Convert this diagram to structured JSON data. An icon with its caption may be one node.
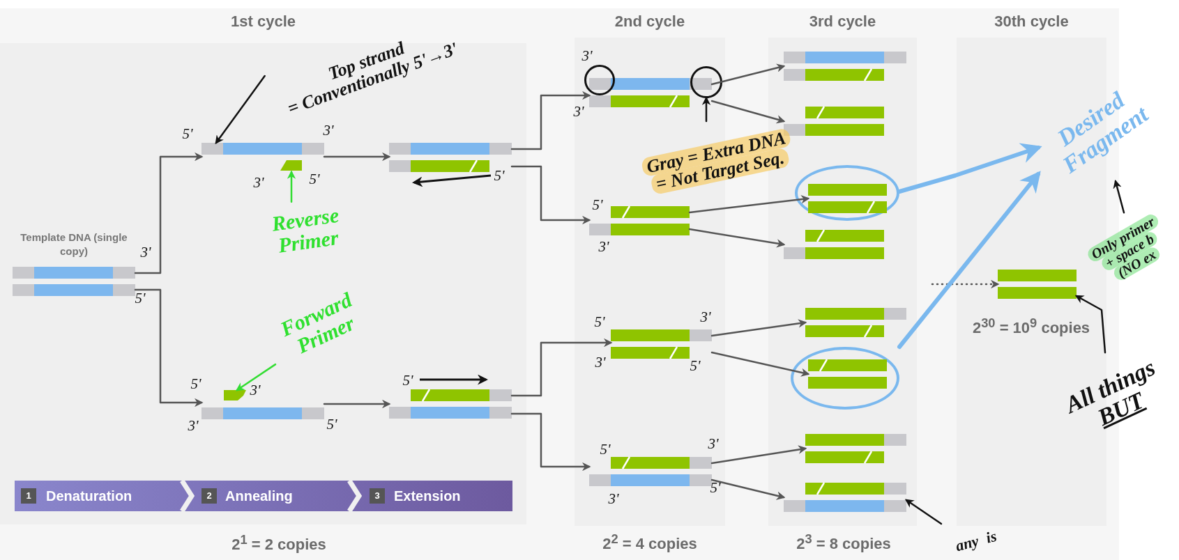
{
  "diagram": {
    "nodes": [
      {
        "text": [
          "1st cycle"
        ],
        "beside": [
          "2$^{1}$ = 2 copies"
        ]
      },
      {
        "text": [
          "Template DNA (single copy)"
        ],
        "in": 0,
        "beside": [
          "3'",
          "5'"
        ]
      },
      {
        "text": [],
        "shape": "bar",
        "in": 0,
        "beside": [
          "5'",
          "3'",
          "3'",
          "5'"
        ]
      },
      {
        "text": [],
        "shape": "bar",
        "in": 0,
        "beside": [
          "5'"
        ]
      },
      {
        "text": [],
        "shape": "bar",
        "in": 0,
        "beside": [
          "5'",
          "3'",
          "3'",
          "5'"
        ]
      },
      {
        "text": [],
        "shape": "bar",
        "in": 0,
        "beside": [
          "5'"
        ]
      },
      {
        "text": [
          "1",
          "Denaturation",
          "2",
          "Annealing",
          "3",
          "Extension"
        ],
        "in": 0
      },
      {
        "text": [
          "2nd cycle"
        ],
        "beside": [
          "2$^{2}$ = 4 copies"
        ]
      },
      {
        "text": [],
        "shape": "bar",
        "in": 7,
        "beside": [
          "3'"
        ]
      },
      {
        "text": [],
        "shape": "bar",
        "in": 7,
        "beside": [
          "5'",
          "3'"
        ]
      },
      {
        "text": [],
        "shape": "bar",
        "in": 7,
        "beside": [
          "5'",
          "3'",
          "3'",
          "5'"
        ]
      },
      {
        "text": [],
        "shape": "bar",
        "in": 7,
        "beside": [
          "5'",
          "3'",
          "3'",
          "5'"
        ]
      },
      {
        "text": [
          "3rd cycle"
        ],
        "beside": [
          "2$^{3}$ = 8 copies"
        ]
      },
      {
        "text": [],
        "shape": "bar",
        "in": 12
      },
      {
        "text": [],
        "shape": "bar",
        "in": 12
      },
      {
        "text": [],
        "shape": "circle",
        "in": 12
      },
      {
        "text": [],
        "shape": "bar",
        "in": 15
      },
      {
        "text": [],
        "shape": "bar",
        "in": 12
      },
      {
        "text": [],
        "shape": "bar",
        "in": 12
      },
      {
        "text": [],
        "shape": "circle",
        "in": 12
      },
      {
        "text": [],
        "shape": "bar",
        "in": 19
      },
      {
        "text": [],
        "shape": "bar",
        "in": 12
      },
      {
        "text": [],
        "shape": "bar",
        "in": 12
      },
      {
        "text": [
          "30th cycle"
        ]
      },
      {
        "text": [],
        "shape": "bar",
        "in": 23,
        "beside": [
          "2$^{30}$ = 10$^{9}$ copies"
        ]
      },
      {
        "text": [
          "Top strand",
          "= Conventionally 5'→3'"
        ],
        "in": 0
      },
      {
        "text": [
          "Reverse Primer"
        ],
        "in": 0
      },
      {
        "text": [
          "Forward Primer"
        ],
        "in": 0
      },
      {
        "text": [],
        "shape": "circle",
        "in": 7,
        "beside": [
          "3'"
        ]
      },
      {
        "text": [],
        "shape": "circle",
        "in": 7
      },
      {
        "text": [
          "Gray = Extra DNA",
          "= Not Target Seq."
        ]
      },
      {
        "text": [
          "Desired Fragment"
        ]
      },
      {
        "text": [
          "Only primer",
          "+ space b",
          "(NO ex"
        ]
      },
      {
        "text": [
          "All things",
          "BUT"
        ]
      },
      {
        "text": [
          "any",
          "is"
        ]
      }
    ],
    "edges": [
      {
        "from": 1,
        "to": 2,
        "arrow": "to"
      },
      {
        "from": 1,
        "to": 4,
        "arrow": "to"
      },
      {
        "from": 2,
        "to": 3,
        "arrow": "to"
      },
      {
        "from": 4,
        "to": 5,
        "arrow": "to"
      },
      {
        "from": 3,
        "to": 8,
        "arrow": "to"
      },
      {
        "from": 3,
        "to": 9,
        "arrow": "to"
      },
      {
        "from": 5,
        "to": 10,
        "arrow": "to"
      },
      {
        "from": 5,
        "to": 11,
        "arrow": "to"
      },
      {
        "from": 8,
        "to": 13,
        "arrow": "to"
      },
      {
        "from": 8,
        "to": 14,
        "arrow": "to"
      },
      {
        "from": 9,
        "to": 16,
        "arrow": "to"
      },
      {
        "from": 9,
        "to": 17,
        "arrow": "to"
      },
      {
        "from": 10,
        "to": 18,
        "arrow": "to"
      },
      {
        "from": 10,
        "to": 20,
        "arrow": "to"
      },
      {
        "from": 11,
        "to": 21,
        "arrow": "to"
      },
      {
        "from": 11,
        "to": 22,
        "arrow": "to"
      },
      {
        "from": null,
        "to": 24,
        "arrow": "to",
        "style": "dashed"
      },
      {
        "from": 25,
        "to": 2,
        "arrow": "to",
        "color": "#111111"
      },
      {
        "from": 26,
        "to": 2,
        "arrow": "to",
        "color": "#33dd33"
      },
      {
        "from": 27,
        "to": 4,
        "arrow": "to",
        "color": "#33dd33"
      },
      {
        "from": 30,
        "to": 29,
        "arrow": "to",
        "color": "#111111"
      },
      {
        "from": 15,
        "to": 31,
        "arrow": "to",
        "color": "#7ab8ee",
        "style": "thick"
      },
      {
        "from": 19,
        "to": 31,
        "arrow": "to",
        "color": "#7ab8ee",
        "style": "thick"
      },
      {
        "from": 32,
        "to": 31,
        "arrow": "to",
        "color": "#111111"
      },
      {
        "from": 33,
        "to": 24,
        "arrow": "to",
        "color": "#111111"
      },
      {
        "from": 34,
        "to": 22,
        "arrow": "to",
        "color": "#111111"
      }
    ]
  }
}
